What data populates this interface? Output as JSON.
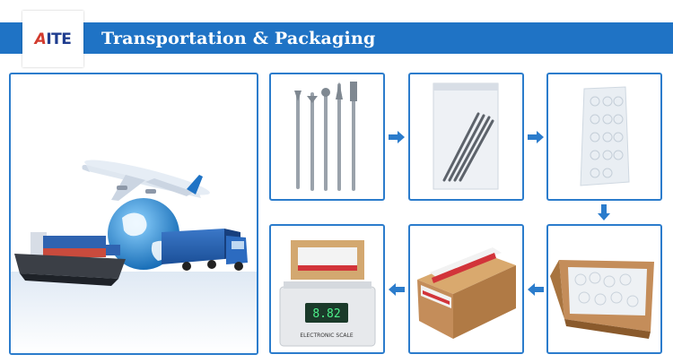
{
  "header": {
    "logo_text_a": "A",
    "logo_text_rest": "ITE",
    "title": "Transportation & Packaging"
  },
  "scale_display": {
    "reading": "8.82",
    "brand_label": "ELECTRONIC SCALE"
  },
  "colors": {
    "accent": "#1f73c5",
    "frame_border": "#2b7ccc",
    "logo_blue": "#1f3d8f",
    "logo_red": "#d23b2e"
  },
  "icons": {
    "flow_arrow": "arrow-icon"
  }
}
